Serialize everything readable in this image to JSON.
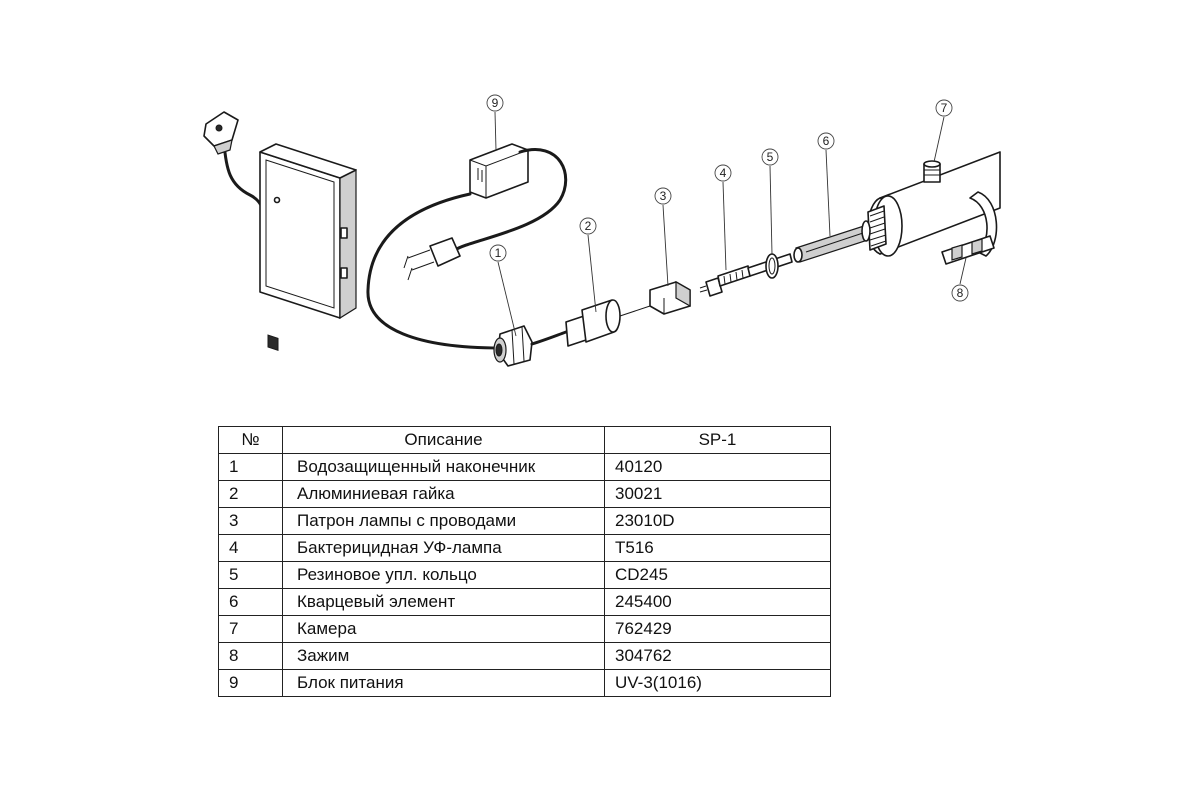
{
  "callouts": [
    "1",
    "2",
    "3",
    "4",
    "5",
    "6",
    "7",
    "8",
    "9"
  ],
  "table": {
    "headers": {
      "number": "№",
      "description": "Описание",
      "code": "SP-1"
    },
    "rows": [
      {
        "number": "1",
        "description": "Водозащищенный наконечник",
        "code": "40120"
      },
      {
        "number": "2",
        "description": "Алюминиевая гайка",
        "code": "30021"
      },
      {
        "number": "3",
        "description": "Патрон лампы с проводами",
        "code": "23010D"
      },
      {
        "number": "4",
        "description": "Бактерицидная УФ-лампа",
        "code": "T516"
      },
      {
        "number": "5",
        "description": "Резиновое упл. кольцо",
        "code": "CD245"
      },
      {
        "number": "6",
        "description": "Кварцевый элемент",
        "code": "245400"
      },
      {
        "number": "7",
        "description": "Камера",
        "code": "762429"
      },
      {
        "number": "8",
        "description": "Зажим",
        "code": "304762"
      },
      {
        "number": "9",
        "description": "Блок питания",
        "code": "UV-3(1016)"
      }
    ]
  }
}
